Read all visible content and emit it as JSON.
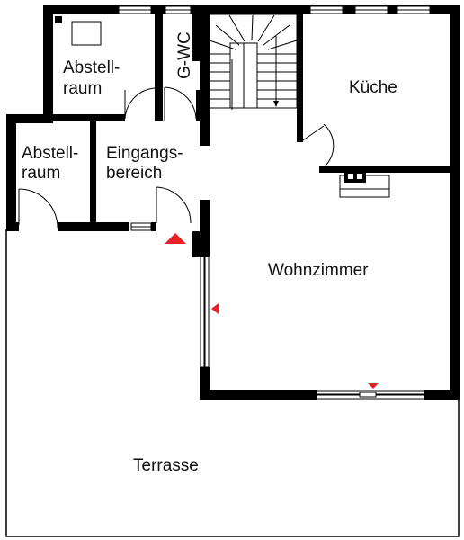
{
  "rooms": {
    "abstellraum_oben": {
      "line1": "Abstell-",
      "line2": "raum"
    },
    "gwc": {
      "label": "G-WC"
    },
    "kueche": {
      "label": "Küche"
    },
    "abstellraum_unten": {
      "line1": "Abstell-",
      "line2": "raum"
    },
    "eingang": {
      "line1": "Eingangs-",
      "line2": "bereich"
    },
    "wohnzimmer": {
      "label": "Wohnzimmer"
    },
    "terrasse": {
      "label": "Terrasse"
    }
  },
  "colors": {
    "wall": "#000000",
    "marker": "#e8202a",
    "background": "#ffffff"
  },
  "markers": [
    {
      "name": "entrance-marker",
      "direction": "up"
    },
    {
      "name": "living-window-marker",
      "direction": "left"
    },
    {
      "name": "terrace-door-marker",
      "direction": "down"
    }
  ]
}
